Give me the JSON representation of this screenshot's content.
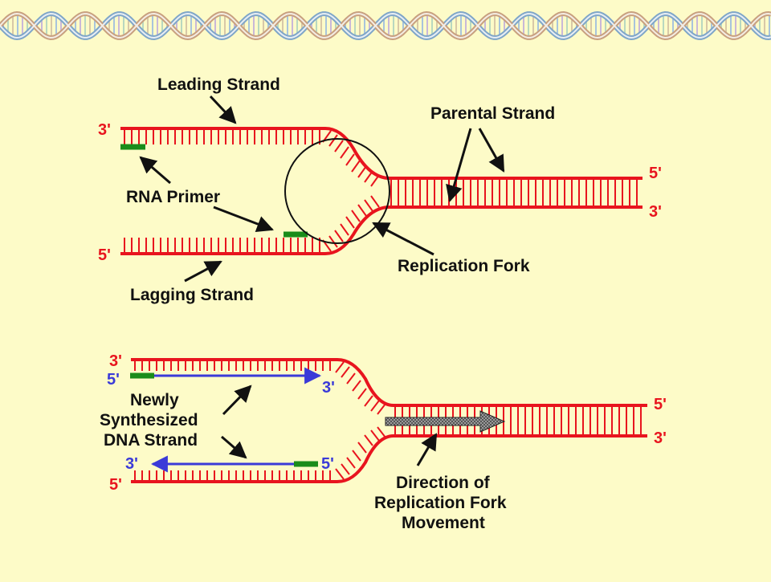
{
  "colors": {
    "background": "#fdfbc8",
    "strand": "#e8141e",
    "primer": "#1a8c1a",
    "new_strand": "#3a3ad8",
    "text": "#111111"
  },
  "banner": {
    "icon": "dna-helix-icon"
  },
  "top_diagram": {
    "leading_strand": "Leading Strand",
    "parental_strand": "Parental Strand",
    "rna_primer": "RNA Primer",
    "lagging_strand": "Lagging Strand",
    "replication_fork": "Replication Fork",
    "end_top_left": "3'",
    "end_bottom_left": "5'",
    "end_right_top": "5'",
    "end_right_bottom": "3'"
  },
  "bottom_diagram": {
    "newly_line1": "Newly",
    "newly_line2": "Synthesized",
    "newly_line3": "DNA Strand",
    "direction_line1": "Direction of",
    "direction_line2": "Replication Fork",
    "direction_line3": "Movement",
    "end_top_left_red": "3'",
    "end_top_left_blue": "5'",
    "end_top_arrow_blue": "3'",
    "end_bottom_left_blue": "3'",
    "end_bottom_primer_blue": "5'",
    "end_bottom_left_red": "5'",
    "end_right_top": "5'",
    "end_right_bottom": "3'"
  }
}
